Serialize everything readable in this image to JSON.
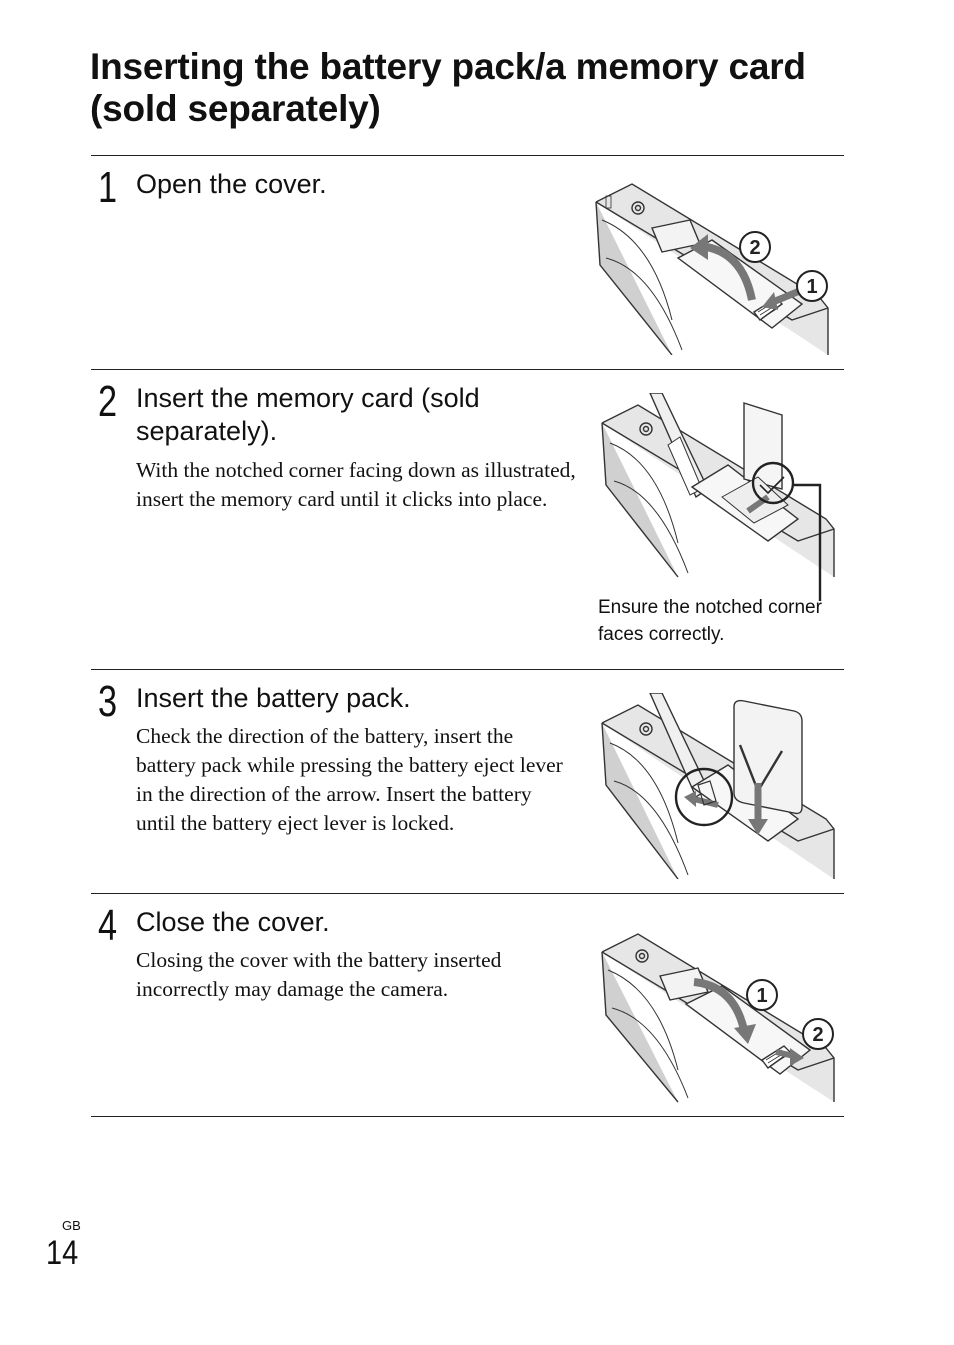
{
  "page": {
    "title": "Inserting the battery pack/a memory card (sold separately)",
    "region": "GB",
    "number": "14"
  },
  "steps": [
    {
      "number": "1",
      "heading": "Open the cover.",
      "body": "",
      "callouts": [
        "1",
        "2"
      ]
    },
    {
      "number": "2",
      "heading": "Insert the memory card (sold separately).",
      "body": "With the notched corner facing down as illustrated, insert the memory card until it clicks into place.",
      "caption": "Ensure the notched corner faces correctly."
    },
    {
      "number": "3",
      "heading": "Insert the battery pack.",
      "body": "Check the direction of the battery, insert the battery pack while pressing the battery eject lever in the direction of the arrow. Insert the battery until the battery eject lever is locked."
    },
    {
      "number": "4",
      "heading": "Close the cover.",
      "body": "Closing the cover with the battery inserted incorrectly may damage the camera.",
      "callouts": [
        "1",
        "2"
      ]
    }
  ]
}
